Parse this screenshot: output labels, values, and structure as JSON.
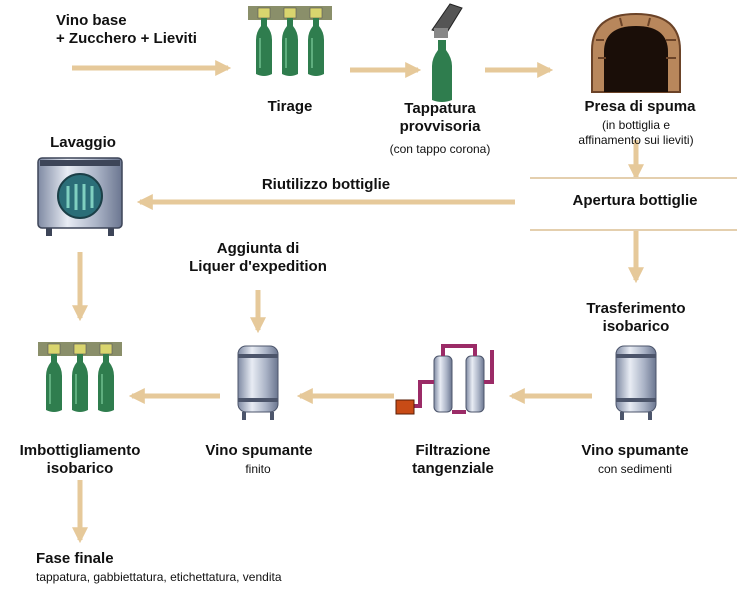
{
  "colors": {
    "arrow": "#e6c99a",
    "bottle": "#2f7d4e",
    "cap": "#d9d56e",
    "steel": "#b9c0cf",
    "oven": "#8a5a3c",
    "pipe": "#9b2b67"
  },
  "steps": {
    "input": {
      "line1": "Vino base",
      "line2": "+ Zucchero + Lieviti"
    },
    "tirage": {
      "title": "Tirage"
    },
    "tappatura": {
      "line1": "Tappatura",
      "line2": "provvisoria",
      "note": "(con tappo corona)"
    },
    "presa": {
      "title": "Presa di spuma",
      "note1": "(in bottiglia e",
      "note2": "affinamento sui lieviti)"
    },
    "apertura": {
      "title": "Apertura bottiglie"
    },
    "riutilizzo": {
      "title": "Riutilizzo bottiglie"
    },
    "lavaggio": {
      "title": "Lavaggio"
    },
    "liquer": {
      "line1": "Aggiunta di",
      "line2": "Liquer d'expedition"
    },
    "trasferimento": {
      "line1": "Trasferimento",
      "line2": "isobarico"
    },
    "vino_sedimenti": {
      "title": "Vino spumante",
      "note": "con sedimenti"
    },
    "filtrazione": {
      "line1": "Filtrazione",
      "line2": "tangenziale"
    },
    "vino_finito": {
      "title": "Vino spumante",
      "note": "finito"
    },
    "imbottigliamento": {
      "line1": "Imbottigliamento",
      "line2": "isobarico"
    },
    "fase_finale": {
      "title": "Fase finale",
      "note": "tappatura, gabbiettatura, etichettatura, vendita"
    }
  }
}
